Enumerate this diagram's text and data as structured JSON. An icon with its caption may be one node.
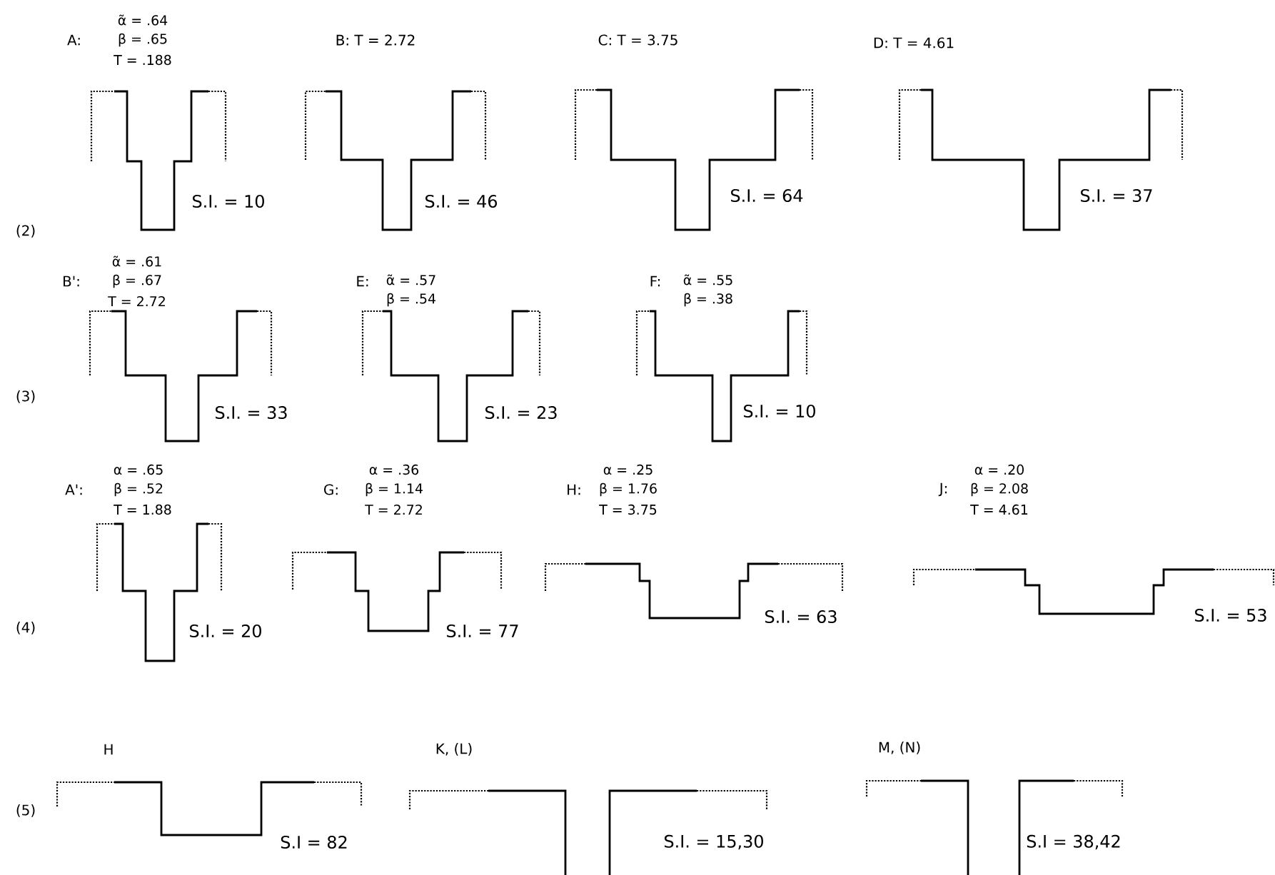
{
  "diagram": {
    "labels": [
      "(2)",
      "A:",
      "α̃ = .64",
      "β = .65",
      "T = .188",
      "S.I. = 10",
      "B: T = 2.72",
      "S.I. = 46",
      "C: T = 3.75",
      "S.I. = 64",
      "D: T = 4.61",
      "S.I. = 37",
      "(3)",
      "B':",
      "α̃ = .61",
      "β = .67",
      "T = 2.72",
      "S.I. = 33",
      "E:",
      "α̃ = .57",
      "β = .54",
      "S.I. = 23",
      "F:",
      "α̃ = .55",
      "β = .38",
      "S.I. = 10",
      "(4)",
      "A':",
      "α = .65",
      "β = .52",
      "T = 1.88",
      "S.I. = 20",
      "G:",
      "α = .36",
      "β = 1.14",
      "T = 2.72",
      "S.I. = 77",
      "H:",
      "α = .25",
      "β = 1.76",
      "T = 3.75",
      "S.I. = 63",
      "J:",
      "α = .20",
      "β = 2.08",
      "T = 4.61",
      "S.I. = 53",
      "(5)",
      "H",
      "S.I = 82",
      "K, (L)",
      "S.I. = 15,30",
      "M, (N)",
      "S.I = 38,42"
    ]
  }
}
